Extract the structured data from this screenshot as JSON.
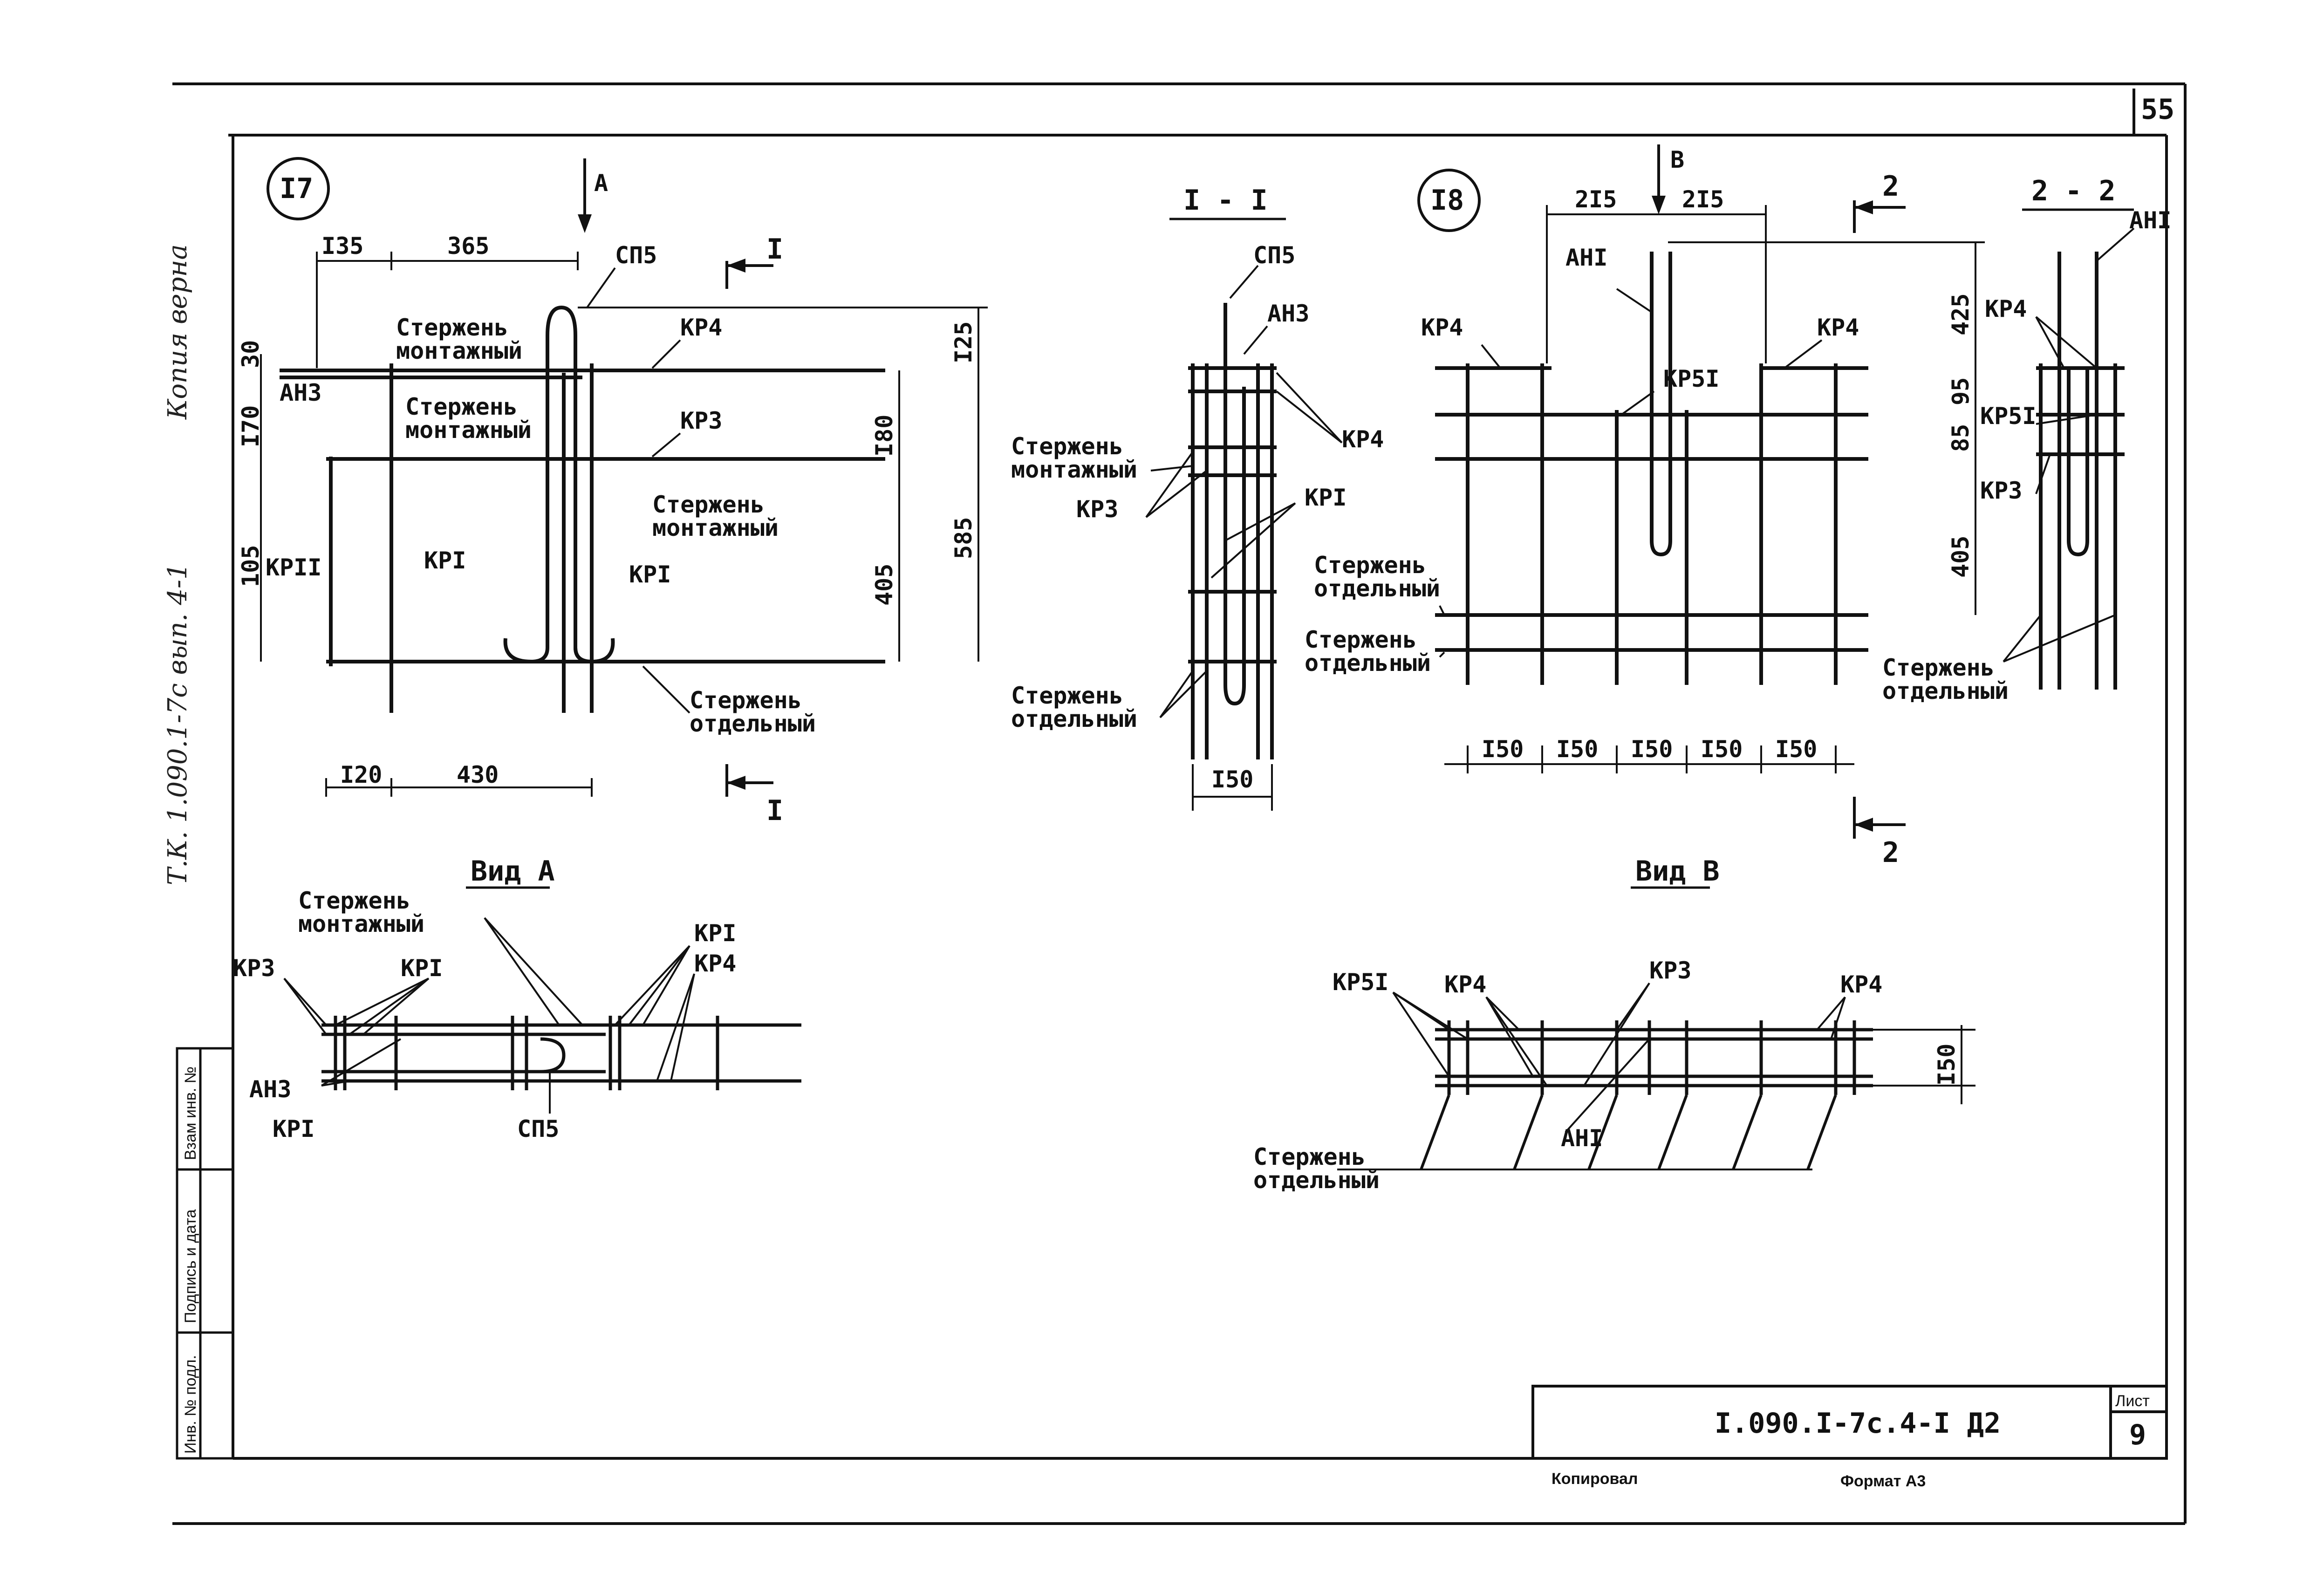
{
  "sheet": {
    "page_number": "55",
    "side_note": "Т.К. 1.090.1-7с вып. 4-1",
    "copy_note": "Копия верна",
    "document_code": "I.090.I-7c.4-I Д2",
    "sheet_label": "Лист",
    "sheet_number": "9",
    "copied_label": "Копировал",
    "format_label": "Формат А3",
    "stamp": {
      "inv_no": "Инв. № подл.",
      "signature": "Подпись и дата",
      "replace_inv": "Взам инв. №"
    }
  },
  "node17": {
    "id": "I7",
    "view_arrow": "А",
    "section_mark": "I",
    "dims": {
      "d135": "I35",
      "d365": "365",
      "d125": "I25",
      "d30": "30",
      "d170": "I70",
      "d105": "105",
      "d180": "I80",
      "d585": "585",
      "d405": "405",
      "d120": "I20",
      "d430": "430"
    },
    "labels": {
      "sp5": "СП5",
      "kr4": "КР4",
      "kr3": "КР3",
      "an3": "АН3",
      "kr1a": "КРI",
      "kr1b": "КРI",
      "kr11": "КРII",
      "rod_mont_1a": "Стержень",
      "rod_mont_1b": "монтажный",
      "rod_mont_2a": "Стержень",
      "rod_mont_2b": "монтажный",
      "rod_mont_3a": "Стержень",
      "rod_mont_3b": "монтажный",
      "rod_sep_a": "Стержень",
      "rod_sep_b": "отдельный"
    }
  },
  "section11": {
    "title": "I - I",
    "labels": {
      "sp5": "СП5",
      "an3": "АН3",
      "kr4": "КР4",
      "kr3": "КР3",
      "kr1": "КРI",
      "mont_a": "Стержень",
      "mont_b": "монтажный",
      "sep_a": "Стержень",
      "sep_b": "отдельный"
    },
    "dim": "I50"
  },
  "viewA": {
    "title": "Вид А",
    "labels": {
      "mont_a": "Стержень",
      "mont_b": "монтажный",
      "kr3": "КР3",
      "kr1a": "КРI",
      "kr1b": "КРI",
      "kr1c": "КРI",
      "kr4": "КР4",
      "an3": "АН3",
      "sp5": "СП5"
    }
  },
  "node18": {
    "id": "I8",
    "view_arrow": "В",
    "section_mark": "2",
    "dims": {
      "d215a": "2I5",
      "d215b": "2I5",
      "d425": "425",
      "d95": "95",
      "d85": "85",
      "d405": "405",
      "p1": "I50",
      "p2": "I50",
      "p3": "I50",
      "p4": "I50",
      "p5": "I50"
    },
    "labels": {
      "an1": "АНI",
      "kr4a": "КР4",
      "kr4b": "КР4",
      "kr51": "КР5I",
      "sep1a": "Стержень",
      "sep1b": "отдельный",
      "sep2a": "Стержень",
      "sep2b": "отдельный"
    }
  },
  "section22": {
    "title": "2 - 2",
    "labels": {
      "an1": "АНI",
      "kr4": "КР4",
      "kr51": "КР5I",
      "kr3": "КР3",
      "sep_a": "Стержень",
      "sep_b": "отдельный"
    }
  },
  "viewB": {
    "title": "Вид В",
    "labels": {
      "kr51": "КР5I",
      "kr4a": "КР4",
      "kr3": "КР3",
      "kr4b": "КР4",
      "an1": "АНI",
      "sep_a": "Стержень",
      "sep_b": "отдельный"
    },
    "dim": "I50"
  }
}
